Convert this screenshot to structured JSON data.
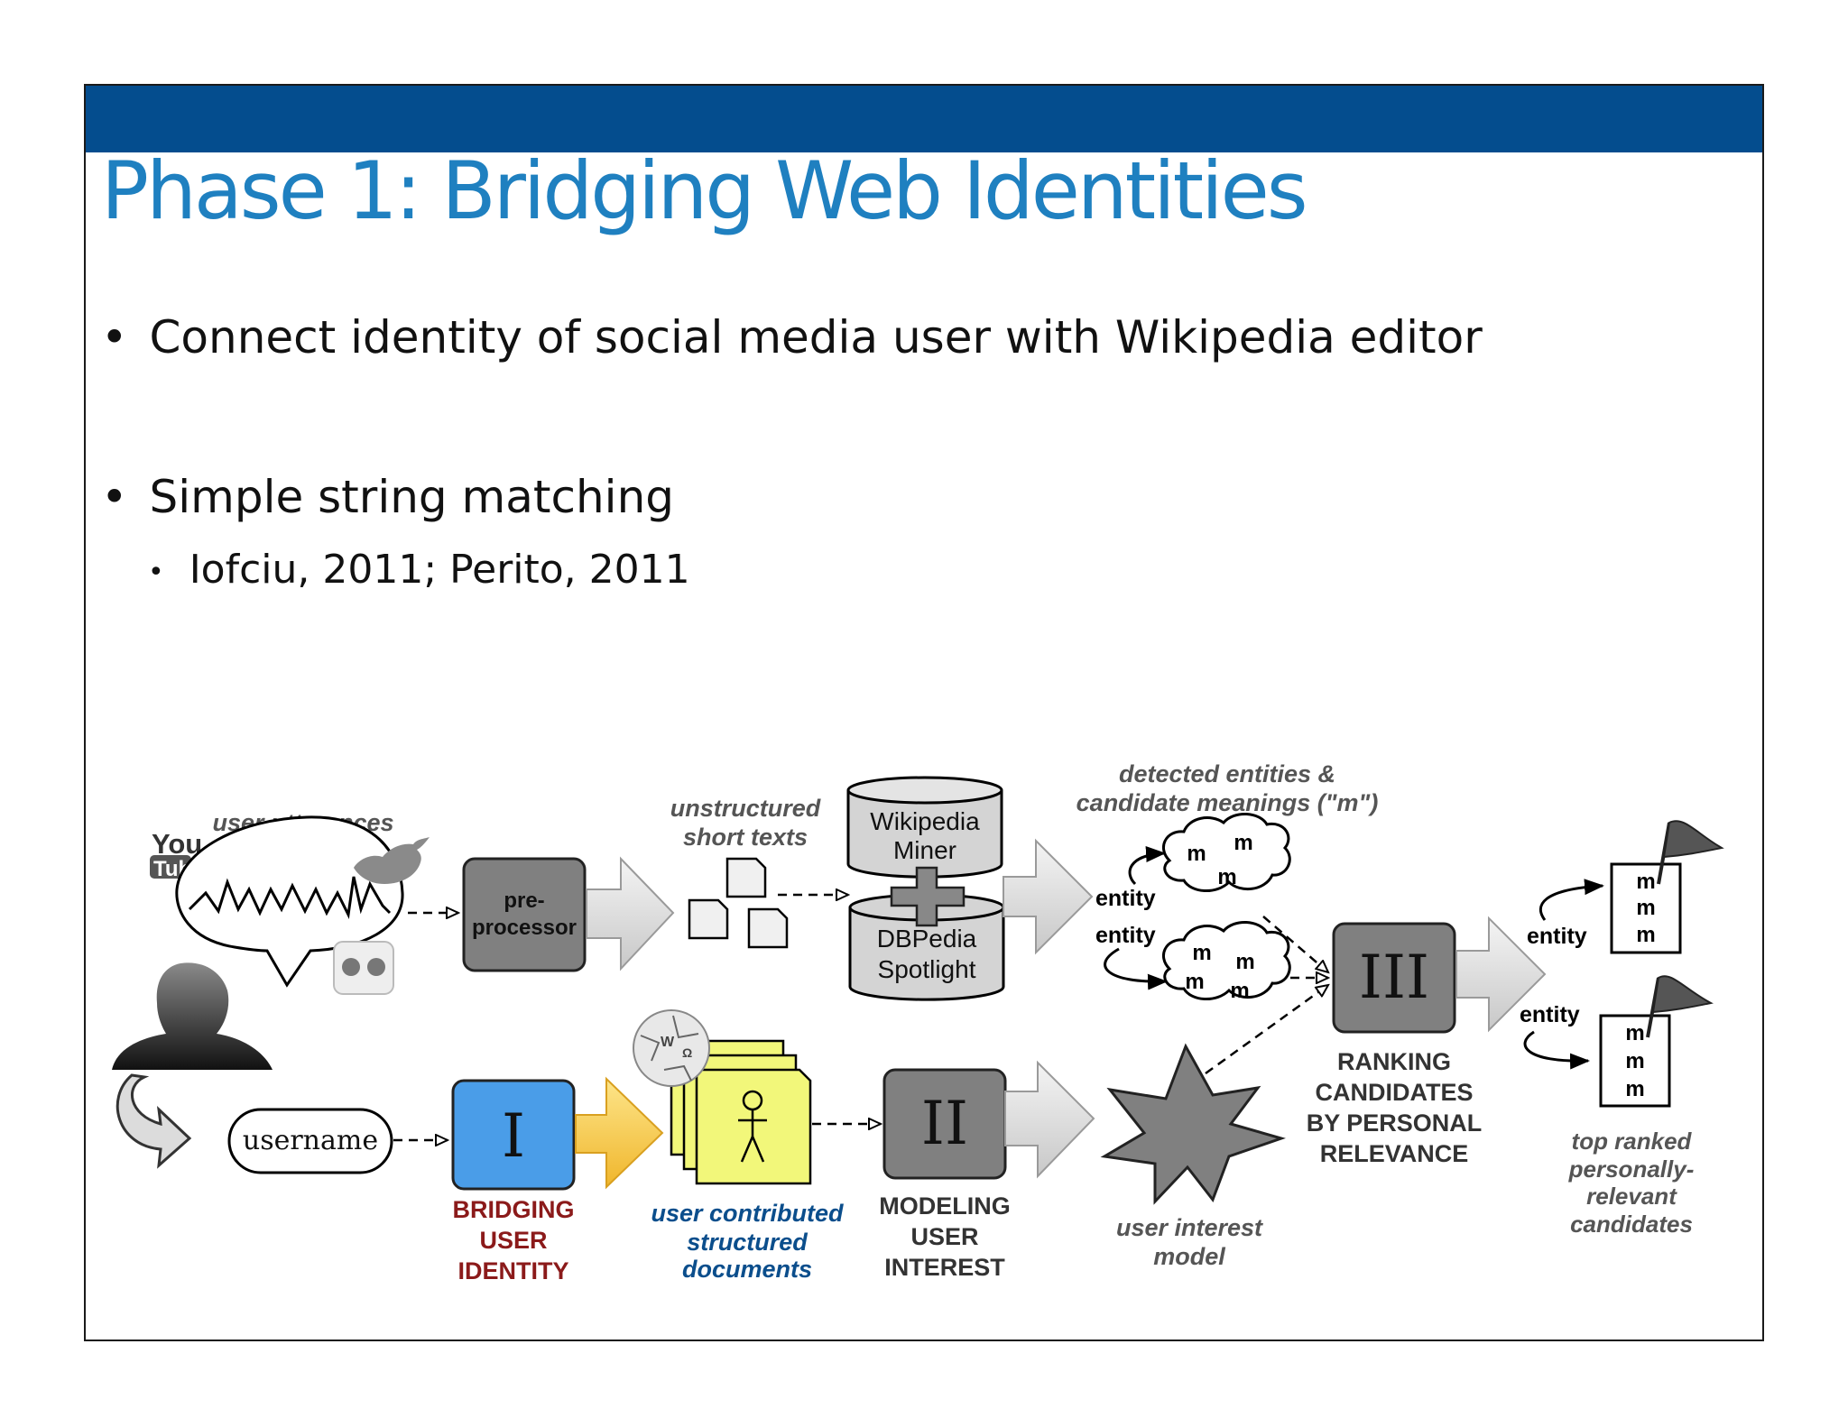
{
  "colors": {
    "header_bar": "#044d8e",
    "title": "#1f80c0",
    "bridge_label": "#8b1a1a",
    "documents_label": "#0b4e8c",
    "stage_I": "#4a9de8",
    "stage_gray": "#808080"
  },
  "slide": {
    "title": "Phase 1: Bridging Web Identities",
    "bullets": [
      {
        "text": "Connect identity of social media user with Wikipedia editor",
        "level": 1
      },
      {
        "text": "Simple string matching",
        "level": 1
      },
      {
        "text": "Iofciu, 2011; Perito, 2011",
        "level": 2
      }
    ]
  },
  "diagram": {
    "user_utterances": "user utterances",
    "youtube_logo": [
      "You",
      "Tube"
    ],
    "preprocessor": [
      "pre-",
      "processor"
    ],
    "unstructured_short_texts": [
      "unstructured",
      "short texts"
    ],
    "wikipedia_miner": [
      "Wikipedia",
      "Miner"
    ],
    "dbpedia_spotlight": [
      "DBPedia",
      "Spotlight"
    ],
    "detected_entities": [
      "detected entities &",
      "candidate meanings (\"m\")"
    ],
    "m": "m",
    "entity": "entity",
    "username": "username",
    "stage_I": "I",
    "bridging_user_identity": [
      "BRIDGING",
      "USER",
      "IDENTITY"
    ],
    "user_contributed_documents": [
      "user contributed",
      "structured",
      "documents"
    ],
    "stage_II": "II",
    "modeling_user_interest": [
      "MODELING",
      "USER",
      "INTEREST"
    ],
    "user_interest_model": [
      "user interest",
      "model"
    ],
    "stage_III": "III",
    "ranking_candidates": [
      "RANKING",
      "CANDIDATES",
      "BY PERSONAL",
      "RELEVANCE"
    ],
    "top_ranked": [
      "top ranked",
      "personally-",
      "relevant",
      "candidates"
    ],
    "icons": [
      "twitter-bird-icon",
      "flickr-icon",
      "user-silhouette-icon",
      "wikipedia-globe-icon",
      "person-icon",
      "flag-icon",
      "star-icon"
    ]
  }
}
